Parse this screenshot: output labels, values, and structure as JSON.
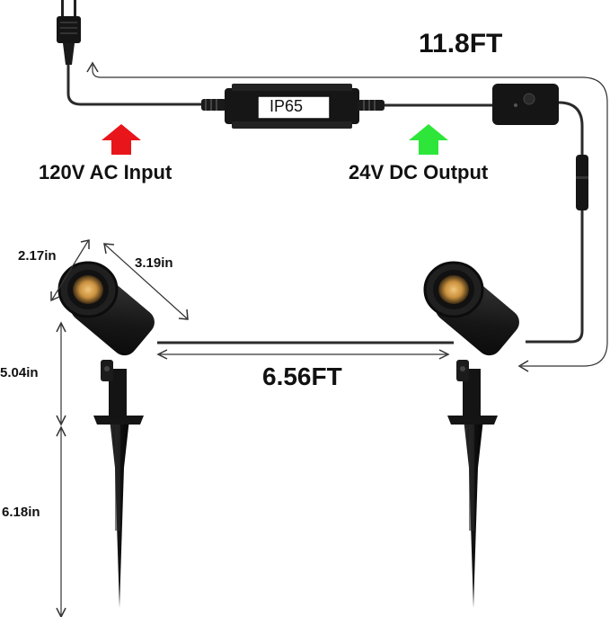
{
  "labels": {
    "length_total": "11.8FT",
    "length_between": "6.56FT",
    "ac_input": "120V AC Input",
    "dc_output": "24V DC Output",
    "rating": "IP65",
    "head_diameter": "2.17in",
    "head_length": "3.19in",
    "upper_height": "5.04in",
    "stake_height": "6.18in"
  },
  "colors": {
    "ac_arrow": "#e8151b",
    "dc_arrow": "#2ee63a",
    "cable": "#2b2b2b",
    "fixture": "#151515"
  }
}
